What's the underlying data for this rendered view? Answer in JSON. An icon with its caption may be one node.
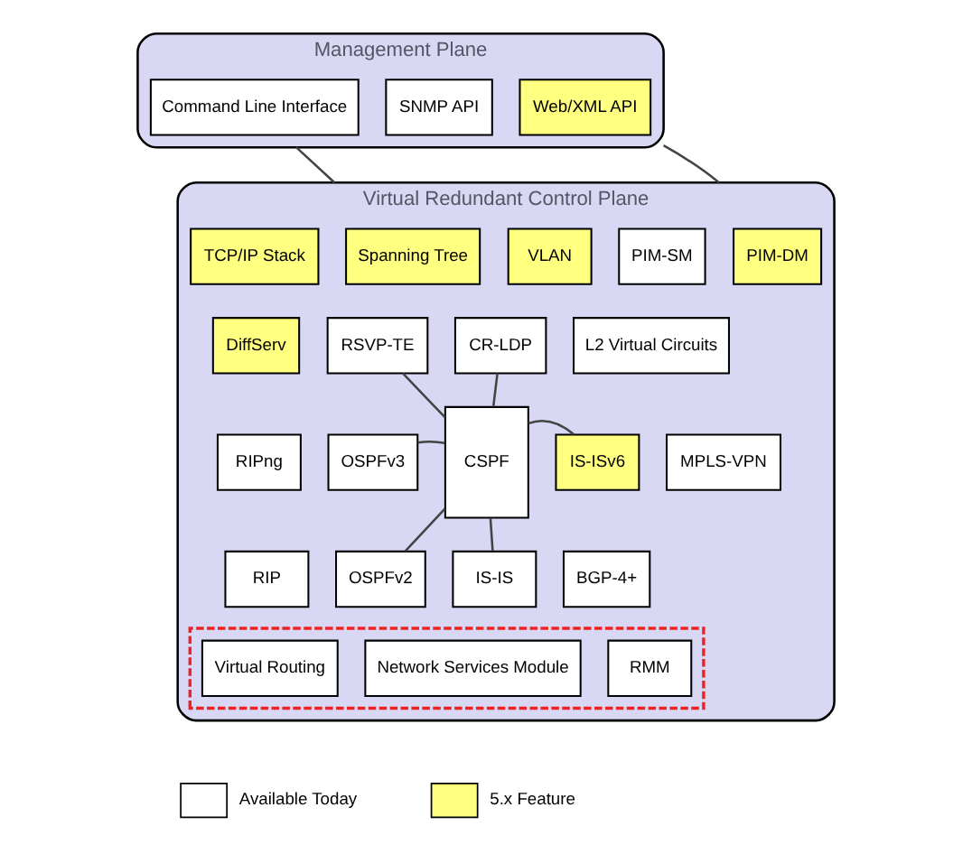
{
  "diagram": {
    "nodes": [
      {
        "text": [
          "Management Plane"
        ]
      },
      {
        "text": [
          "Command Line Interface"
        ],
        "in": 0
      },
      {
        "text": [
          "SNMP API"
        ],
        "in": 0
      },
      {
        "text": [
          "Web/XML API"
        ],
        "in": 0
      },
      {
        "text": [
          "Virtual Redundant Control Plane"
        ]
      },
      {
        "text": [
          "TCP/IP Stack"
        ],
        "in": 4
      },
      {
        "text": [
          "Spanning Tree"
        ],
        "in": 4
      },
      {
        "text": [
          "VLAN"
        ],
        "in": 4
      },
      {
        "text": [
          "PIM-SM"
        ],
        "in": 4
      },
      {
        "text": [
          "PIM-DM"
        ],
        "in": 4
      },
      {
        "text": [
          "DiffServ"
        ],
        "in": 4
      },
      {
        "text": [
          "RSVP-TE"
        ],
        "in": 4
      },
      {
        "text": [
          "CR-LDP"
        ],
        "in": 4
      },
      {
        "text": [
          "L2 Virtual Circuits"
        ],
        "in": 4
      },
      {
        "text": [
          "RIPng"
        ],
        "in": 4
      },
      {
        "text": [
          "OSPFv3"
        ],
        "in": 4
      },
      {
        "text": [
          "CSPF"
        ],
        "in": 4
      },
      {
        "text": [
          "IS-ISv6"
        ],
        "in": 4
      },
      {
        "text": [
          "MPLS-VPN"
        ],
        "in": 4
      },
      {
        "text": [
          "RIP"
        ],
        "in": 4
      },
      {
        "text": [
          "OSPFv2"
        ],
        "in": 4
      },
      {
        "text": [
          "IS-IS"
        ],
        "in": 4
      },
      {
        "text": [
          "BGP-4+"
        ],
        "in": 4
      },
      {
        "text": [],
        "shape": "box",
        "in": 4
      },
      {
        "text": [
          "Virtual Routing"
        ],
        "in": 23
      },
      {
        "text": [
          "Network Services Module"
        ],
        "in": 23
      },
      {
        "text": [
          "RMM"
        ],
        "in": 23
      }
    ],
    "edges": [
      {
        "from": 0,
        "to": 4,
        "arrow": "none"
      },
      {
        "from": 0,
        "to": 4,
        "arrow": "none"
      },
      {
        "from": 11,
        "to": 16,
        "arrow": "none"
      },
      {
        "from": 12,
        "to": 16,
        "arrow": "none"
      },
      {
        "from": 15,
        "to": 16,
        "arrow": "none"
      },
      {
        "from": 16,
        "to": 17,
        "arrow": "none"
      },
      {
        "from": 20,
        "to": 16,
        "arrow": "none"
      },
      {
        "from": 16,
        "to": 21,
        "arrow": "none"
      }
    ],
    "legend": [
      {
        "text": "Available Today",
        "color": "#ffffff"
      },
      {
        "text": "5.x Feature",
        "color": "#ffff80"
      }
    ]
  }
}
